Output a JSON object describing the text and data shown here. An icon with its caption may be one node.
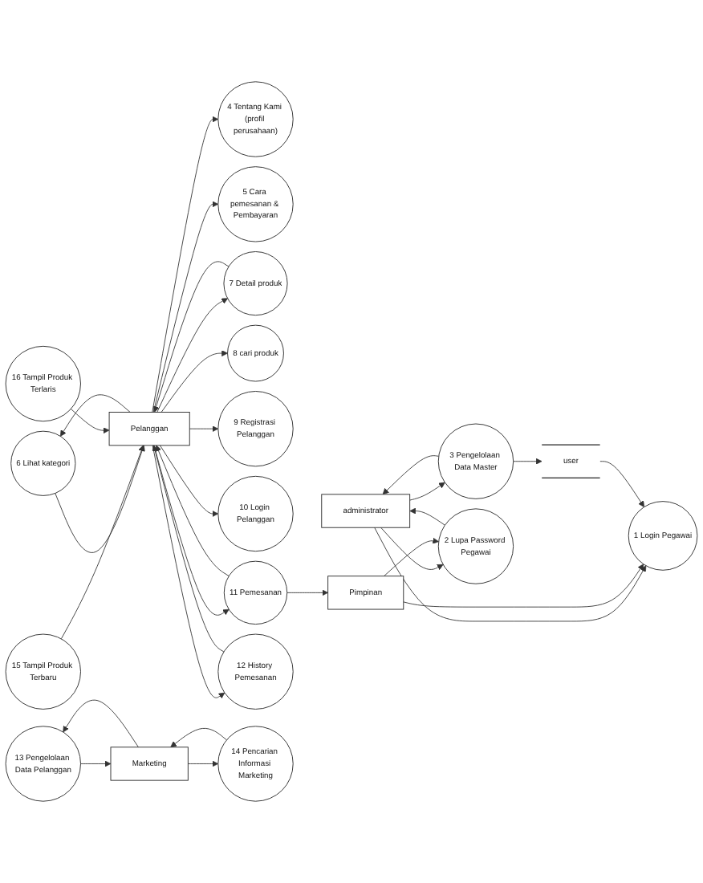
{
  "diagram": {
    "nodes": [
      {
        "text": [
          "user"
        ]
      },
      {
        "text": [
          "1 Login Pegawai"
        ]
      },
      {
        "text": [
          "administrator"
        ]
      },
      {
        "text": [
          "3 Pengelolaan Data Master"
        ]
      },
      {
        "text": [
          "2 Lupa Password Pegawai"
        ]
      },
      {
        "text": [
          "4 Tentang Kami (profil perusahaan)"
        ]
      },
      {
        "text": [
          "Pimpinan"
        ]
      },
      {
        "text": [
          "5 Cara pemesanan & Pembayaran"
        ]
      },
      {
        "text": [
          "6 Lihat kategori"
        ]
      },
      {
        "text": [
          "7 Detail produk"
        ]
      },
      {
        "text": [
          "8 cari produk"
        ]
      },
      {
        "text": [
          "9 Registrasi Pelanggan"
        ]
      },
      {
        "text": [
          "10 Login Pelanggan"
        ]
      },
      {
        "text": [
          "Pelanggan"
        ]
      },
      {
        "text": [
          "11 Pemesanan"
        ]
      },
      {
        "text": [
          "12 History Pemesanan"
        ]
      },
      {
        "text": [
          "13 Pengelolaan Data Pelanggan"
        ]
      },
      {
        "text": [
          "Marketing"
        ]
      },
      {
        "text": [
          "14 Pencarian Informasi Marketing"
        ]
      },
      {
        "text": [
          "15 Tampil Produk Terbaru"
        ]
      },
      {
        "text": [
          "16 Tampil Produk Terlaris"
        ]
      }
    ],
    "edges": [
      {
        "from": 2,
        "to": 1,
        "arrow": "to"
      },
      {
        "from": 6,
        "to": 1,
        "arrow": "to"
      },
      {
        "from": 0,
        "to": 1,
        "arrow": "to"
      },
      {
        "from": 2,
        "to": 3,
        "arrow": "to"
      },
      {
        "from": 3,
        "to": 2,
        "arrow": "to"
      },
      {
        "from": 3,
        "to": 0,
        "arrow": "to"
      },
      {
        "from": 2,
        "to": 4,
        "arrow": "to"
      },
      {
        "from": 4,
        "to": 2,
        "arrow": "to"
      },
      {
        "from": 6,
        "to": 4,
        "arrow": "to"
      },
      {
        "from": 13,
        "to": 5,
        "arrow": "to"
      },
      {
        "from": 13,
        "to": 7,
        "arrow": "to"
      },
      {
        "from": 13,
        "to": 8,
        "arrow": "to"
      },
      {
        "from": 8,
        "to": 13,
        "arrow": "to"
      },
      {
        "from": 13,
        "to": 9,
        "arrow": "to"
      },
      {
        "from": 9,
        "to": 13,
        "arrow": "to"
      },
      {
        "from": 13,
        "to": 10,
        "arrow": "to"
      },
      {
        "from": 13,
        "to": 11,
        "arrow": "to"
      },
      {
        "from": 13,
        "to": 12,
        "arrow": "to"
      },
      {
        "from": 13,
        "to": 14,
        "arrow": "to"
      },
      {
        "from": 14,
        "to": 13,
        "arrow": "to"
      },
      {
        "from": 14,
        "to": 6,
        "arrow": "to"
      },
      {
        "from": 13,
        "to": 15,
        "arrow": "to"
      },
      {
        "from": 15,
        "to": 13,
        "arrow": "to"
      },
      {
        "from": 17,
        "to": 16,
        "arrow": "to"
      },
      {
        "from": 16,
        "to": 17,
        "arrow": "to"
      },
      {
        "from": 17,
        "to": 18,
        "arrow": "to"
      },
      {
        "from": 18,
        "to": 17,
        "arrow": "to"
      },
      {
        "from": 19,
        "to": 13,
        "arrow": "to"
      },
      {
        "from": 20,
        "to": 13,
        "arrow": "to"
      }
    ]
  }
}
